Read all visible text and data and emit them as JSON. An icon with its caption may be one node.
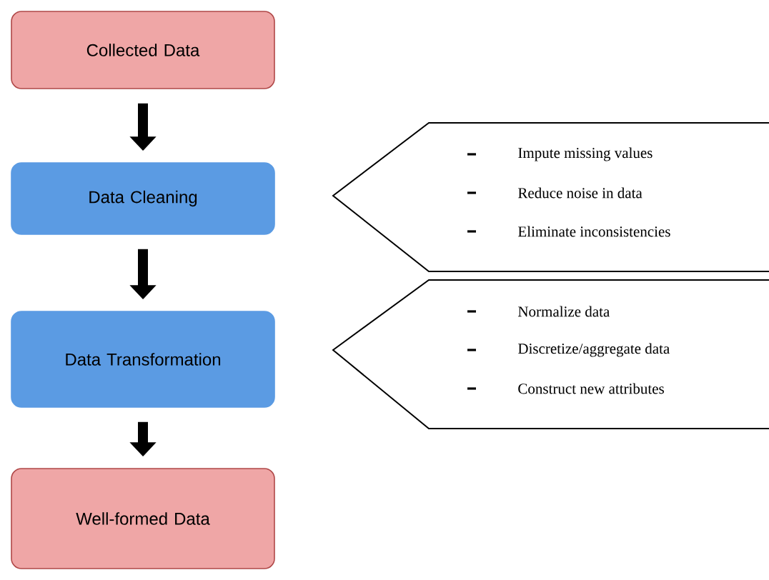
{
  "diagram": {
    "nodes": [
      {
        "text": [
          "Collected Data"
        ]
      },
      {
        "text": [
          "Data Cleaning"
        ]
      },
      {
        "text": [
          "Data Transformation"
        ]
      },
      {
        "text": [
          "Well-formed Data"
        ]
      },
      {
        "text": [
          "Impute missing values",
          "Reduce noise in data",
          "Eliminate inconsistencies"
        ]
      },
      {
        "text": [
          "Normalize data",
          "Discretize/aggregate data",
          "Construct new attributes"
        ]
      }
    ],
    "edges": [
      {
        "from": 0,
        "to": 1,
        "arrow": "to"
      },
      {
        "from": 1,
        "to": 2,
        "arrow": "to"
      },
      {
        "from": 2,
        "to": 3,
        "arrow": "to"
      }
    ]
  }
}
